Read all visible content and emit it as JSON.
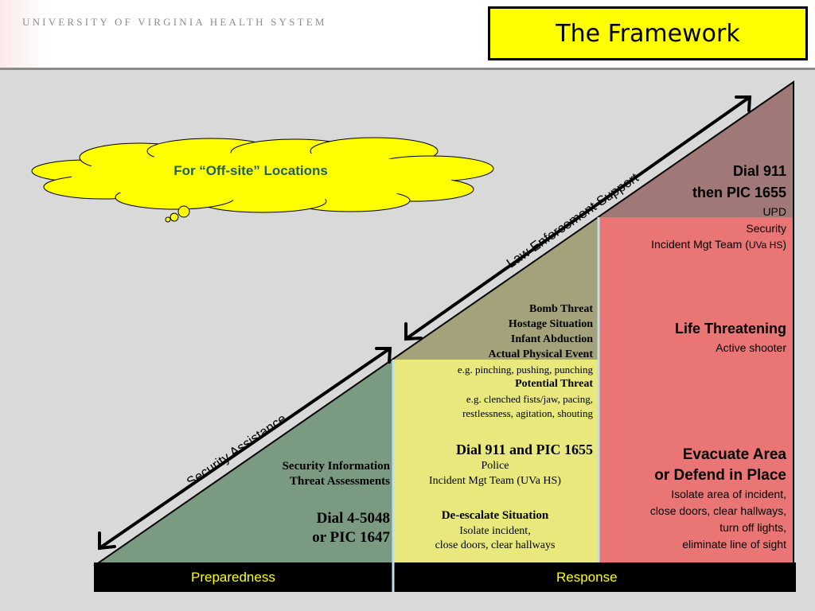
{
  "header": {
    "organization": "UNIVERSITY OF VIRGINIA HEALTH SYSTEM",
    "title": "The Framework"
  },
  "cloud": {
    "text": "For “Off-site” Locations"
  },
  "diagonal_labels": {
    "security_assistance": "Security Assistance",
    "law_enforcement_support": "Law Enforcement Support"
  },
  "preparedness": {
    "line1": "Security Information",
    "line2": "Threat Assessments",
    "dial1": "Dial 4-5048",
    "dial2": "or PIC 1647"
  },
  "middle": {
    "bomb": "Bomb Threat",
    "hostage": "Hostage Situation",
    "infant": "Infant Abduction",
    "actual": "Actual Physical Event",
    "actual_eg": "e.g. pinching, pushing, punching",
    "potential": "Potential Threat",
    "potential_eg1": "e.g. clenched fists/jaw, pacing,",
    "potential_eg2": "restlessness, agitation, shouting",
    "dial": "Dial 911 and PIC 1655",
    "police": "Police",
    "imt": "Incident Mgt Team (UVa HS)",
    "deescalate": "De-escalate Situation",
    "isolate": "Isolate incident,",
    "close": "close doors, clear hallways"
  },
  "right": {
    "dial911": "Dial 911",
    "pic": "then PIC 1655",
    "upd": "UPD",
    "security": "Security",
    "imt_prefix": "Incident Mgt Team (",
    "imt_org": "UVa HS",
    "imt_suffix": ")",
    "life": "Life Threatening",
    "active": "Active shooter",
    "evacuate": "Evacuate Area",
    "defend": "or Defend in Place",
    "iso1": "Isolate area of incident,",
    "iso2": "close doors, clear hallways,",
    "iso3": "turn off lights,",
    "iso4": "eliminate line of sight"
  },
  "bottom_bar": {
    "preparedness": "Preparedness",
    "response": "Response"
  },
  "colors": {
    "header_title_bg": "#ffff00",
    "preparedness_zone": "#7a9a82",
    "middle_zone_lower": "#e8e87c",
    "middle_zone_upper": "#a3a27a",
    "right_zone_lower": "#ea7575",
    "right_zone_upper": "#a07878",
    "bottom_bar": "#000000",
    "bar_text": "#ffff00",
    "cloud": "#ffff00",
    "divider": "#bfe0e8"
  }
}
